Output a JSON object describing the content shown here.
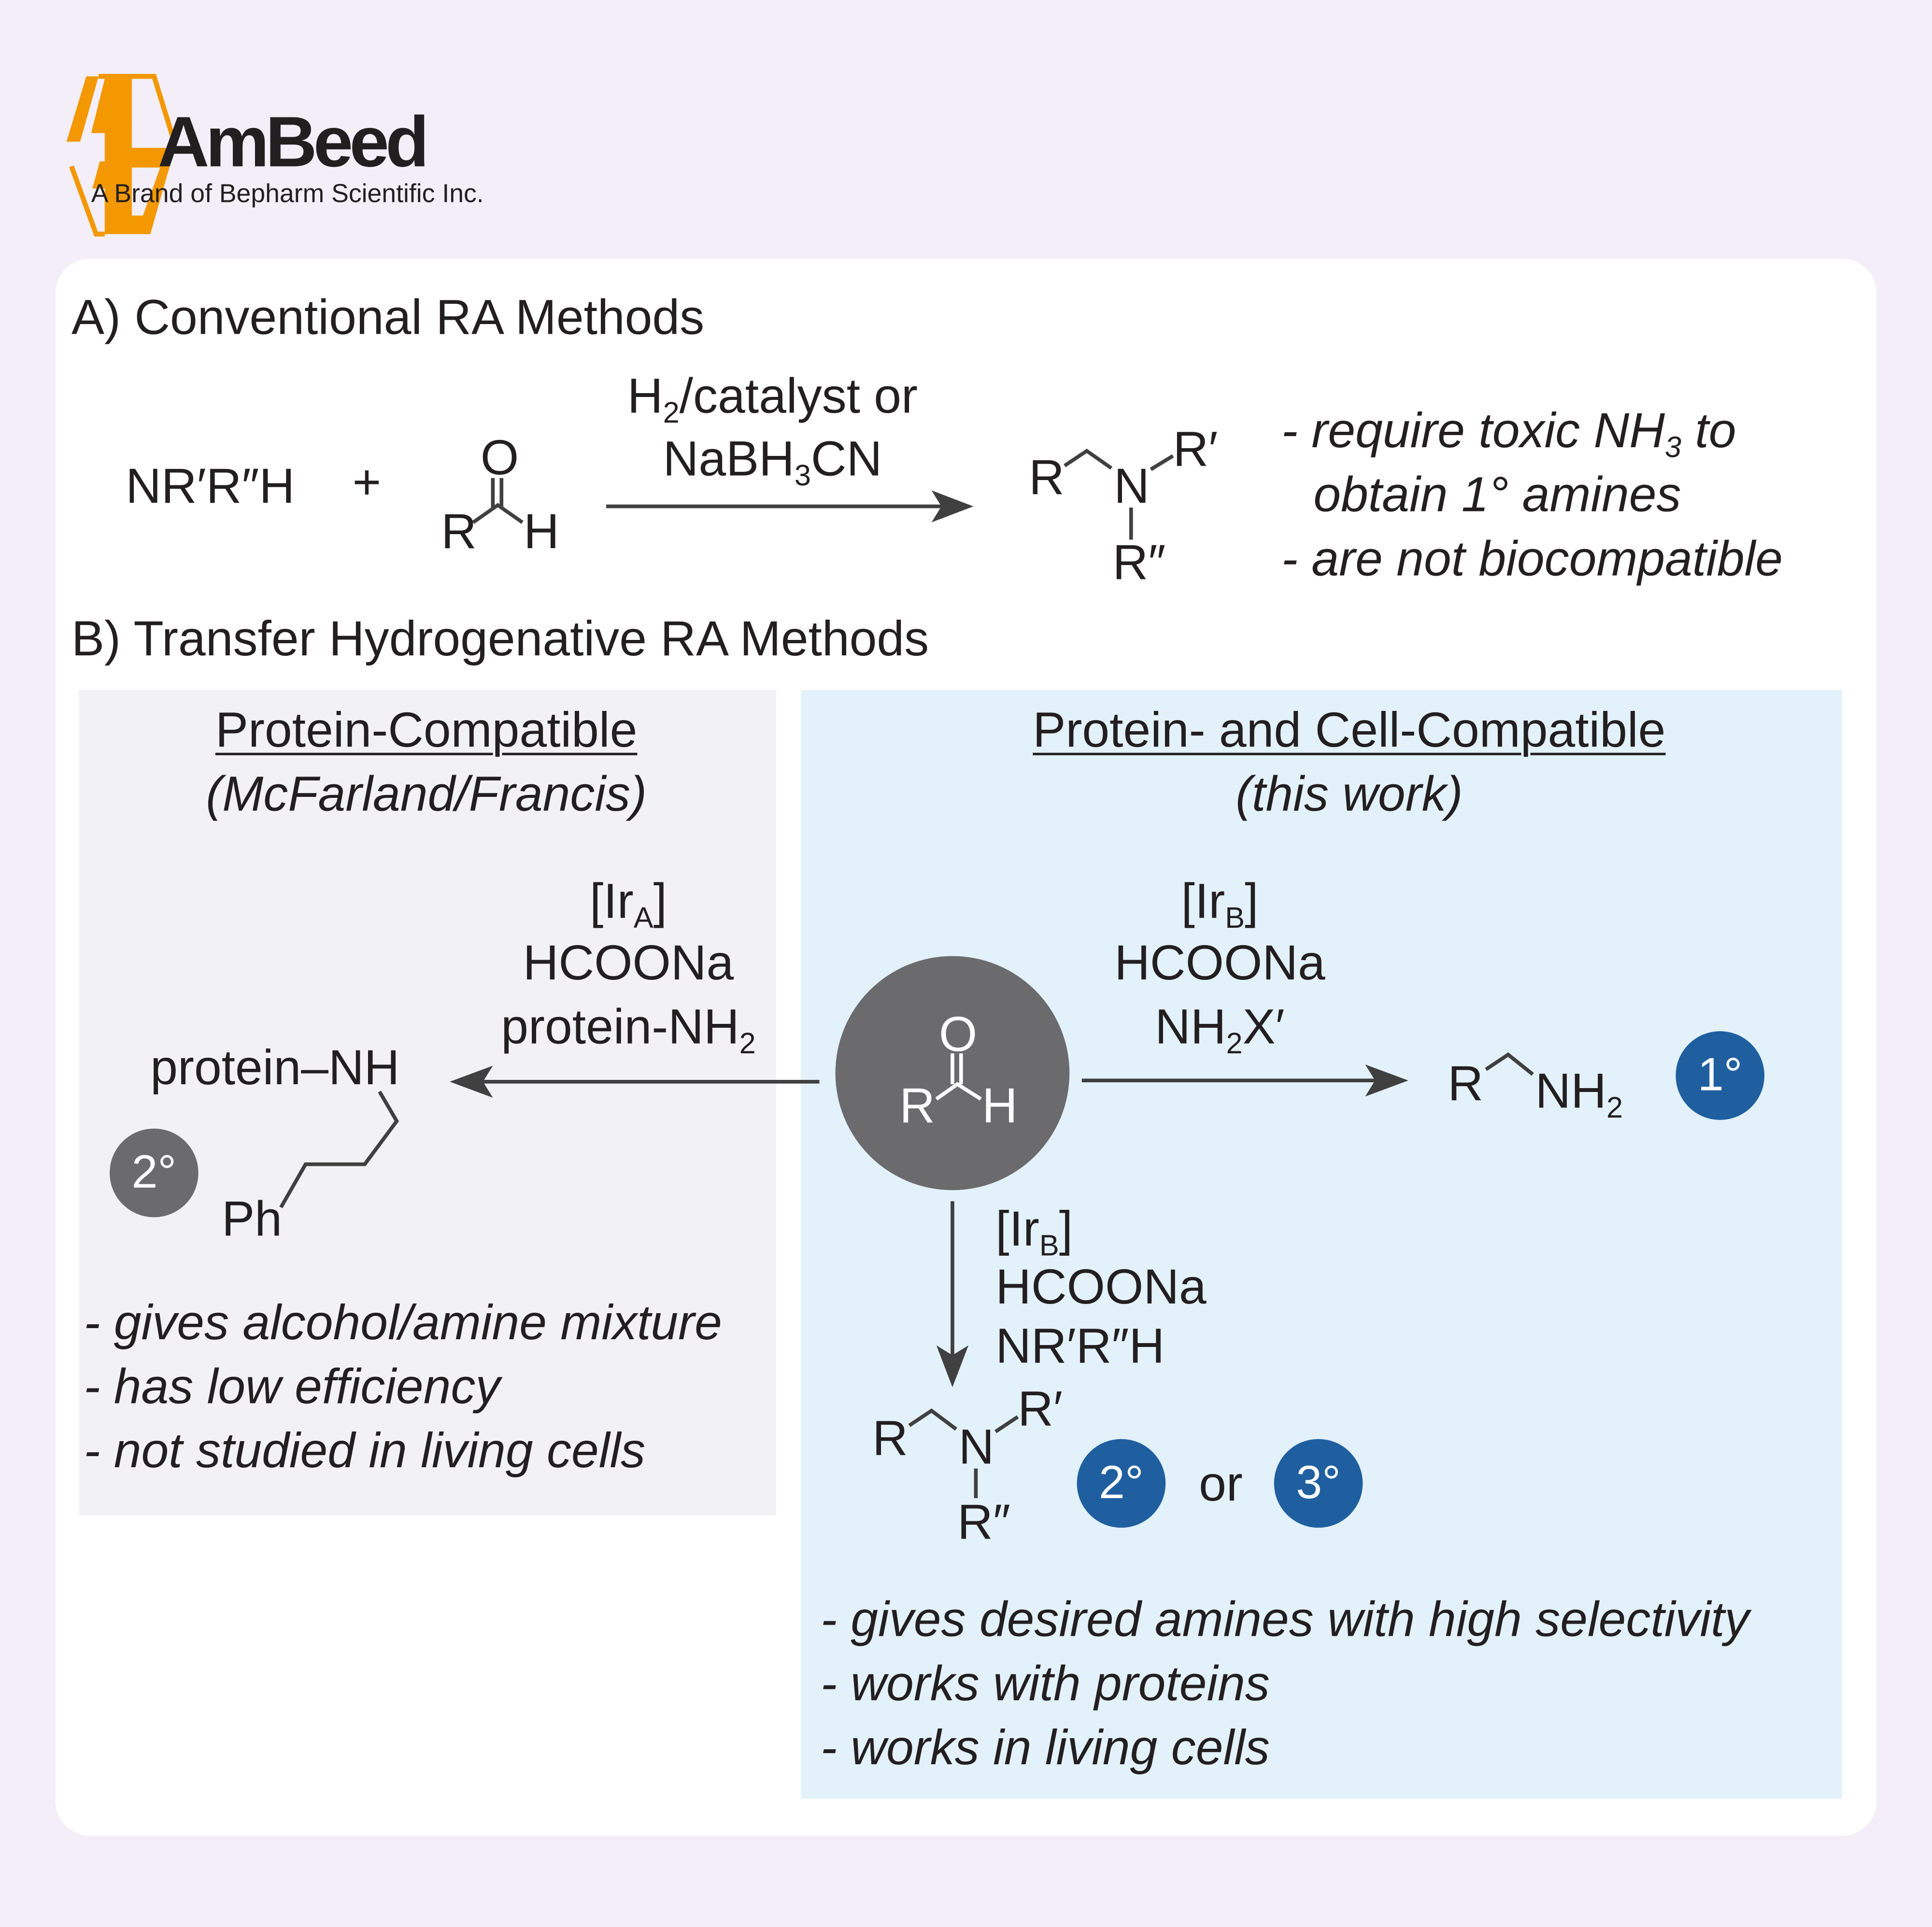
{
  "brand": {
    "name": "AmBeed",
    "tagline": "A Brand of Bepharm Scientific Inc."
  },
  "colors": {
    "background": "#f3eef8",
    "logo_orange": "#f39800",
    "left_panel": "#f2f2f4",
    "right_panel": "#e2f1fa",
    "circle_gray": "#6b6b6e",
    "badge_blue": "#1f5fa0"
  },
  "sectionA": {
    "title": "A) Conventional RA Methods",
    "amine": "NR′R″H",
    "plus": "+",
    "aldehyde": {
      "O": "O",
      "R": "R",
      "H": "H"
    },
    "conditions": {
      "l1a": "H",
      "l1sub": "2",
      "l1b": "/catalyst or",
      "l2a": "NaBH",
      "l2sub": "3",
      "l2b": "CN"
    },
    "product": {
      "R": "R",
      "N": "N",
      "R1": "R′",
      "R2": "R″"
    },
    "notes": {
      "n1a": "- require toxic NH",
      "n1sub": "3",
      "n1b": " to",
      "n2": "obtain 1° amines",
      "n3": "- are not biocompatible"
    }
  },
  "sectionB": {
    "title": "B) Transfer Hydrogenative RA Methods",
    "left": {
      "heading": "Protein-Compatible",
      "subheading": "(McFarland/Francis)",
      "conditions": {
        "ir": "[Ir",
        "irsub": "A",
        "irend": "]",
        "reagent": "HCOONa",
        "amine": "protein-NH",
        "aminesub": "2"
      },
      "product": {
        "label": "protein–NH",
        "ph": "Ph"
      },
      "badge": "2°",
      "notes": [
        "- gives alcohol/amine mixture",
        "- has low efficiency",
        "- not studied in living cells"
      ]
    },
    "right": {
      "heading": "Protein- and Cell-Compatible",
      "subheading": "(this work)",
      "aldehyde": {
        "O": "O",
        "R": "R",
        "H": "H"
      },
      "conditions_primary": {
        "ir": "[Ir",
        "irsub": "B",
        "irend": "]",
        "reagent": "HCOONa",
        "amine": "NH",
        "aminesub": "2",
        "amineend": "X′"
      },
      "product_primary": {
        "R": "R",
        "nh": "NH",
        "sub": "2"
      },
      "badge_primary": "1°",
      "conditions_secondary": {
        "ir": "[Ir",
        "irsub": "B",
        "irend": "]",
        "reagent": "HCOONa",
        "amine": "NR′R″H"
      },
      "product_secondary": {
        "R": "R",
        "N": "N",
        "R1": "R′",
        "R2": "R″"
      },
      "badge_secondary": "2°",
      "or": "or",
      "badge_tertiary": "3°",
      "notes": [
        "- gives desired amines with high selectivity",
        "- works with proteins",
        "- works in living cells"
      ]
    }
  }
}
